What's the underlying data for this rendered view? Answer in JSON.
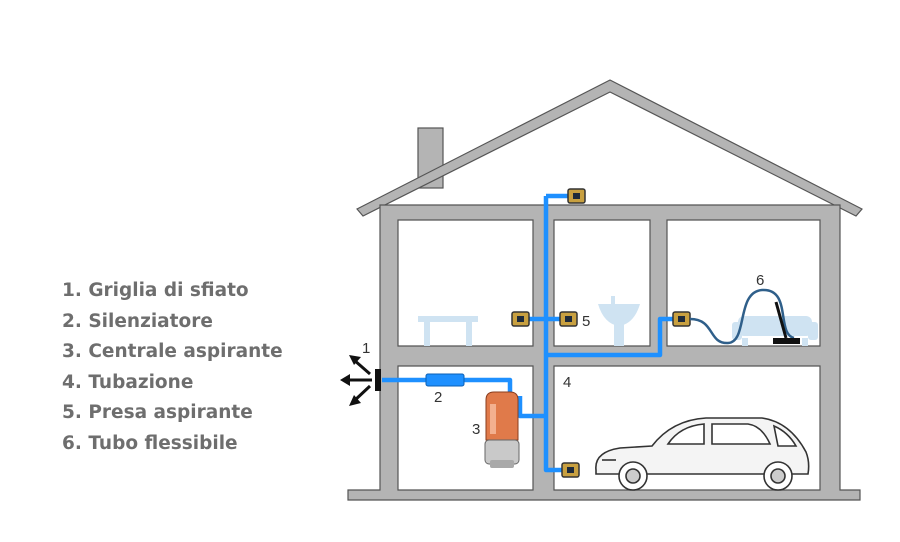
{
  "legend": [
    {
      "num": "1",
      "label": "Griglia di sfiato"
    },
    {
      "num": "2",
      "label": "Silenziatore"
    },
    {
      "num": "3",
      "label": "Centrale aspirante"
    },
    {
      "num": "4",
      "label": "Tubazione"
    },
    {
      "num": "5",
      "label": "Presa aspirante"
    },
    {
      "num": "6",
      "label": "Tubo flessibile"
    }
  ],
  "colors": {
    "wall": "#b4b4b4",
    "wall_outline": "#555555",
    "pipe": "#1e90ff",
    "inlet": "#c8a040",
    "furniture": "#cfe3f2",
    "unit_body": "#e07a4a",
    "text": "#6e6e6e"
  },
  "icons": [
    "vent-grille-icon",
    "silencer-icon",
    "central-unit-icon",
    "inlet-valve-icon",
    "hose-icon",
    "car-icon",
    "sink-icon",
    "table-icon",
    "sofa-icon"
  ]
}
